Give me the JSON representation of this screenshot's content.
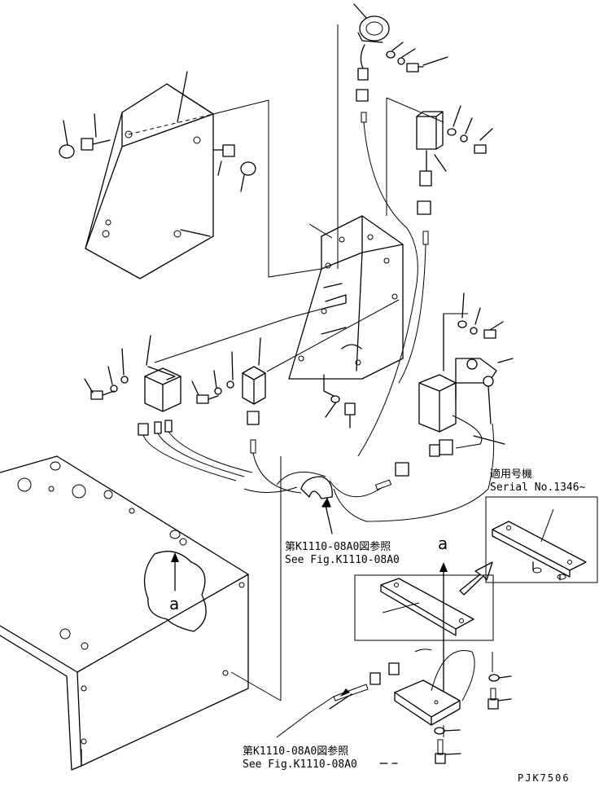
{
  "callouts": {
    "ref_top_jp": "第K1110-08A0図参照",
    "ref_top_en": "See Fig.K1110-08A0",
    "ref_bottom_jp": "第K1110-08A0図参照",
    "ref_bottom_en": "See Fig.K1110-08A0"
  },
  "serial": {
    "jp": "適用号機",
    "en": "Serial No.1346~"
  },
  "view_marks": {
    "left": "a",
    "right": "a"
  },
  "drawing_code": "PJK7506"
}
